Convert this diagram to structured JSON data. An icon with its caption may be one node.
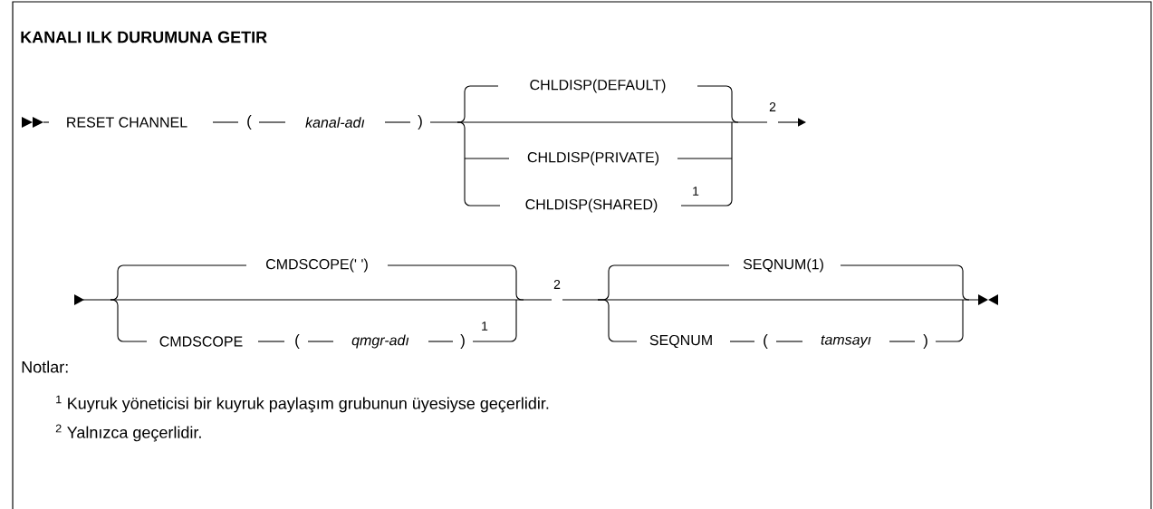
{
  "diagram": {
    "title": "KANALI ILK DURUMUNA GETIR",
    "labels": [
      "RESET CHANNEL",
      "(",
      "kanal-adı",
      ")",
      "CHLDISP(DEFAULT)",
      "2",
      "CHLDISP(PRIVATE)",
      "CHLDISP(SHARED)",
      "1",
      "CMDSCOPE(' ')",
      "2",
      "SEQNUM(1)",
      "CMDSCOPE",
      "(",
      "qmgr-adı",
      ")",
      "1",
      "SEQNUM",
      "(",
      "tamsayı",
      ")",
      "Notlar:",
      "$^{1}$ Kuyruk yöneticisi bir kuyruk paylaşım grubunun üyesiyse geçerlidir.",
      "$^{2}$ Yalnızca geçerlidir."
    ]
  }
}
